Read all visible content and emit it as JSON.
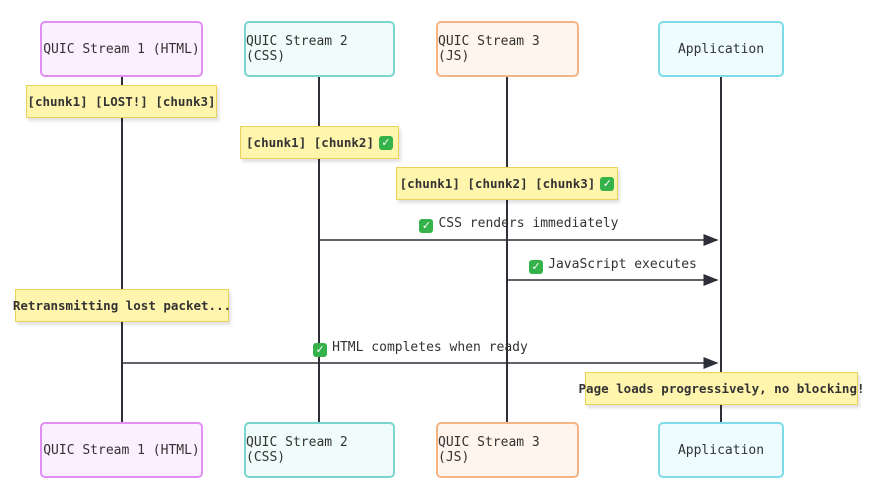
{
  "actors": {
    "html": "QUIC Stream 1 (HTML)",
    "css": "QUIC Stream 2 (CSS)",
    "js": "QUIC Stream 3 (JS)",
    "app": "Application"
  },
  "notes": {
    "html_chunks": "[chunk1] [LOST!] [chunk3]",
    "css_chunks": "[chunk1] [chunk2]",
    "js_chunks": "[chunk1] [chunk2] [chunk3]",
    "retransmit": "Retransmitting lost packet...",
    "page_loads": "Page loads progressively, no blocking!"
  },
  "messages": {
    "css_renders": "CSS renders immediately",
    "js_executes": "JavaScript executes",
    "html_completes": "HTML completes when ready"
  },
  "icons": {
    "check": "check-mark-icon",
    "check_color": "#35b34a"
  },
  "colors": {
    "note_bg": "#fff5ad",
    "line": "#2f2f3a"
  }
}
